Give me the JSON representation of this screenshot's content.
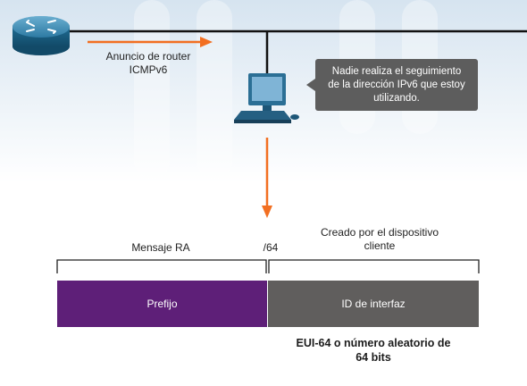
{
  "router_label": [
    "Anuncio de router",
    "ICMPv6"
  ],
  "speech_bubble": [
    "Nadie realiza el seguimiento",
    "de la dirección IPv6 que estoy",
    "utilizando."
  ],
  "address": {
    "left_label": "Mensaje RA",
    "prefix_length": "/64",
    "right_label": [
      "Creado por el dispositivo",
      "cliente"
    ],
    "prefix_box": "Prefijo",
    "interface_box": "ID de interfaz",
    "footnote": [
      "EUI-64 o número aleatorio de",
      "64 bits"
    ]
  },
  "icons": [
    "router-icon",
    "computer-icon",
    "orange-arrow-right",
    "orange-arrow-down"
  ],
  "colors": {
    "prefix": "#5e1f78",
    "interface": "#605e5d",
    "arrow": "#f26f21",
    "bubble": "#5d5d5d",
    "router": "#1f6e95",
    "background_shade": "#dce8f2"
  }
}
